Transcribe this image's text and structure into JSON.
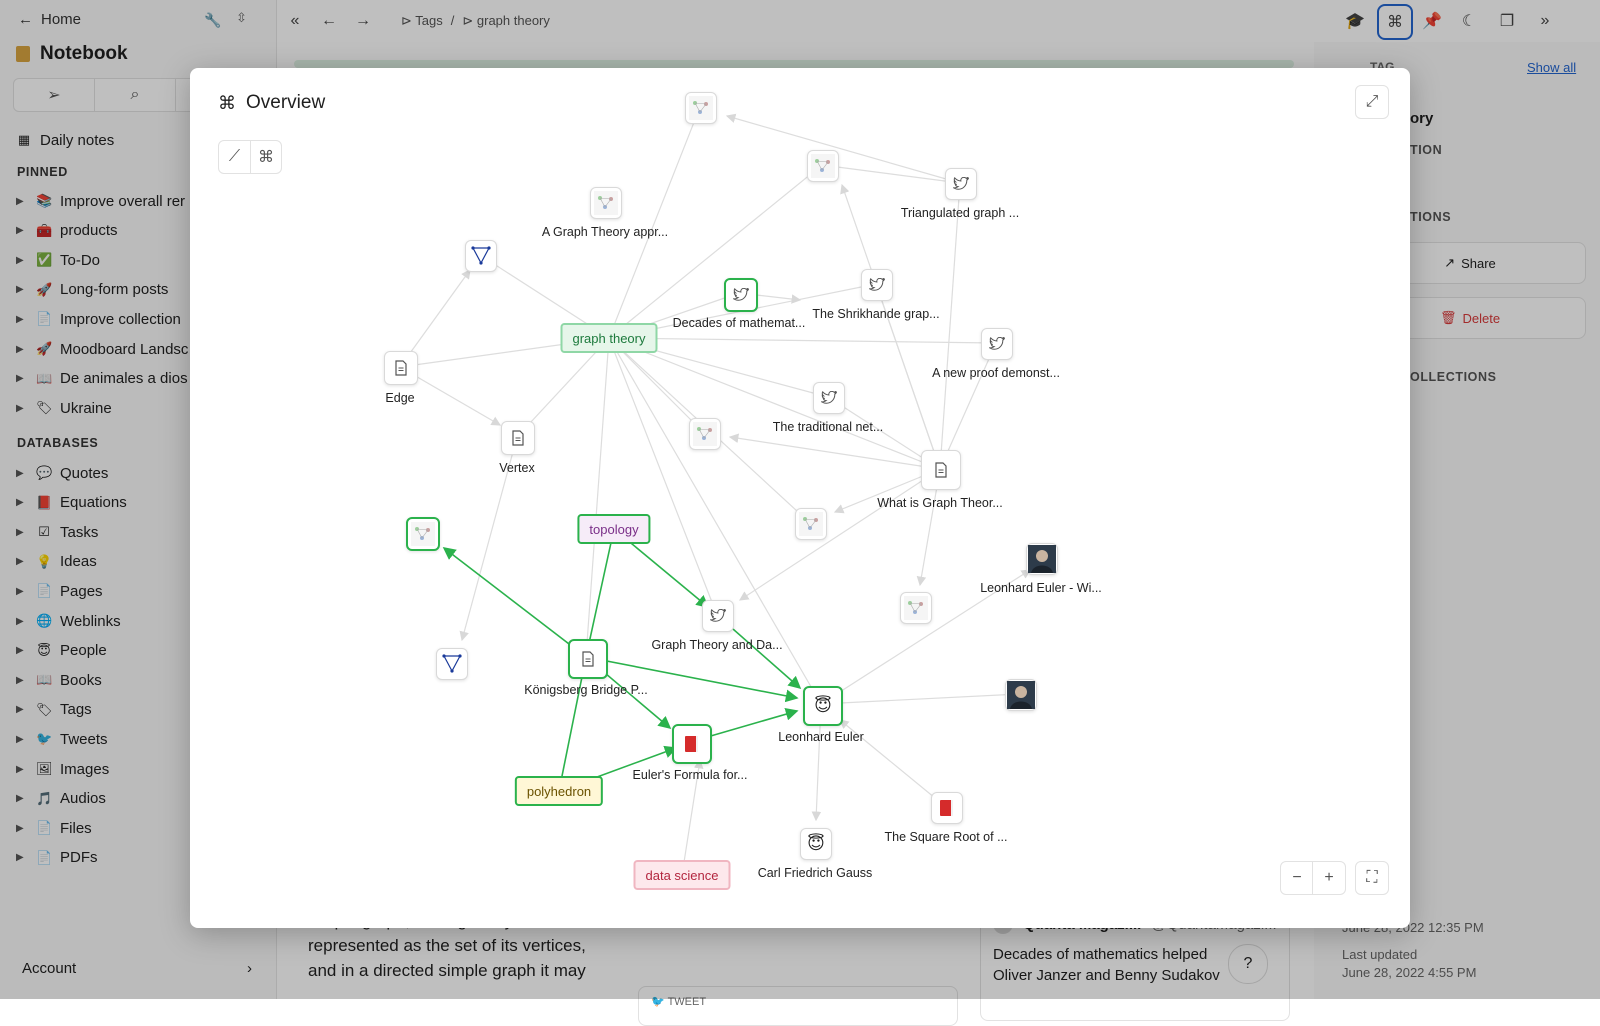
{
  "sidebar": {
    "home_label": "Home",
    "notebook_title": "Notebook",
    "daily_notes": "Daily notes",
    "pinned_heading": "PINNED",
    "pinned": [
      {
        "label": "Improve overall rer",
        "emoji": "📚"
      },
      {
        "label": "products",
        "emoji": "🧰"
      },
      {
        "label": "To-Do",
        "emoji": "✅"
      },
      {
        "label": "Long-form posts",
        "emoji": "🚀"
      },
      {
        "label": "Improve collection",
        "emoji": "📄"
      },
      {
        "label": "Moodboard Landsc",
        "emoji": "🚀"
      },
      {
        "label": "De animales a dios",
        "emoji": "📖"
      },
      {
        "label": "Ukraine",
        "emoji": "🏷"
      }
    ],
    "databases_heading": "DATABASES",
    "databases": [
      {
        "label": "Quotes",
        "emoji": "💬"
      },
      {
        "label": "Equations",
        "emoji": "📕"
      },
      {
        "label": "Tasks",
        "emoji": "☑"
      },
      {
        "label": "Ideas",
        "emoji": "💡"
      },
      {
        "label": "Pages",
        "emoji": "📄"
      },
      {
        "label": "Weblinks",
        "emoji": "🌐"
      },
      {
        "label": "People",
        "emoji": "😇"
      },
      {
        "label": "Books",
        "emoji": "📖"
      },
      {
        "label": "Tags",
        "emoji": "🏷"
      },
      {
        "label": "Tweets",
        "emoji": "🐦"
      },
      {
        "label": "Images",
        "emoji": "🖼"
      },
      {
        "label": "Audios",
        "emoji": "🎵"
      },
      {
        "label": "Files",
        "emoji": "📄"
      },
      {
        "label": "PDFs",
        "emoji": "📄"
      }
    ],
    "account_label": "Account"
  },
  "topbar": {
    "breadcrumb_tags": "Tags",
    "breadcrumb_sep": "/",
    "breadcrumb_current": "graph theory"
  },
  "right_panel": {
    "show_all": "Show all",
    "tag_heading": "TAG",
    "tag_title_fragment": "ory",
    "section_fragment": "TION",
    "actions_fragment": "TIONS",
    "share_label": "Share",
    "delete_label": "Delete",
    "collections_fragment": "OLLECTIONS",
    "created_date": "June 28, 2022 12:35 PM",
    "last_updated_label": "Last updated",
    "last_updated_date": "June 28, 2022 4:55 PM"
  },
  "background": {
    "body_text": [
      "simple graph, an edge may be",
      "represented as the set of its vertices,",
      "and in a directed simple graph it may"
    ],
    "tweet_label": "TWEET",
    "tweet_author": "Quanta Magazi...",
    "tweet_handle": "@QuantaMagazi...",
    "tweet_text": [
      "Decades of mathematics helped",
      "Oliver Janzer and Benny Sudakov"
    ],
    "help_label": "?"
  },
  "modal": {
    "title": "Overview",
    "nodes": [
      {
        "label": "A Graph Theory appr..."
      },
      {
        "label": "Triangulated graph ..."
      },
      {
        "label": "Decades of mathemat..."
      },
      {
        "label": "The Shrikhande grap..."
      },
      {
        "label": "A new proof demonst..."
      },
      {
        "label": "Edge"
      },
      {
        "label": "Vertex"
      },
      {
        "label": "The traditional net..."
      },
      {
        "label": "What is Graph Theor..."
      },
      {
        "label": "Leonhard Euler - Wi..."
      },
      {
        "label": "Graph Theory and Da..."
      },
      {
        "label": "Königsberg Bridge P..."
      },
      {
        "label": "Leonhard Euler"
      },
      {
        "label": "Euler's Formula for..."
      },
      {
        "label": "The Square Root of ..."
      },
      {
        "label": "Carl Friedrich Gauss"
      }
    ],
    "tags": [
      {
        "label": "graph theory",
        "color": "#e6f6ea"
      },
      {
        "label": "topology",
        "color": "#f6ecf8"
      },
      {
        "label": "polyhedron",
        "color": "#fff7d6"
      },
      {
        "label": "data science",
        "color": "#fde8ec"
      }
    ]
  },
  "colors": {
    "accent_green": "#2bb24c",
    "edge_gray": "#dddddd",
    "delete_red": "#d93a3a",
    "link_blue": "#2366d1"
  }
}
